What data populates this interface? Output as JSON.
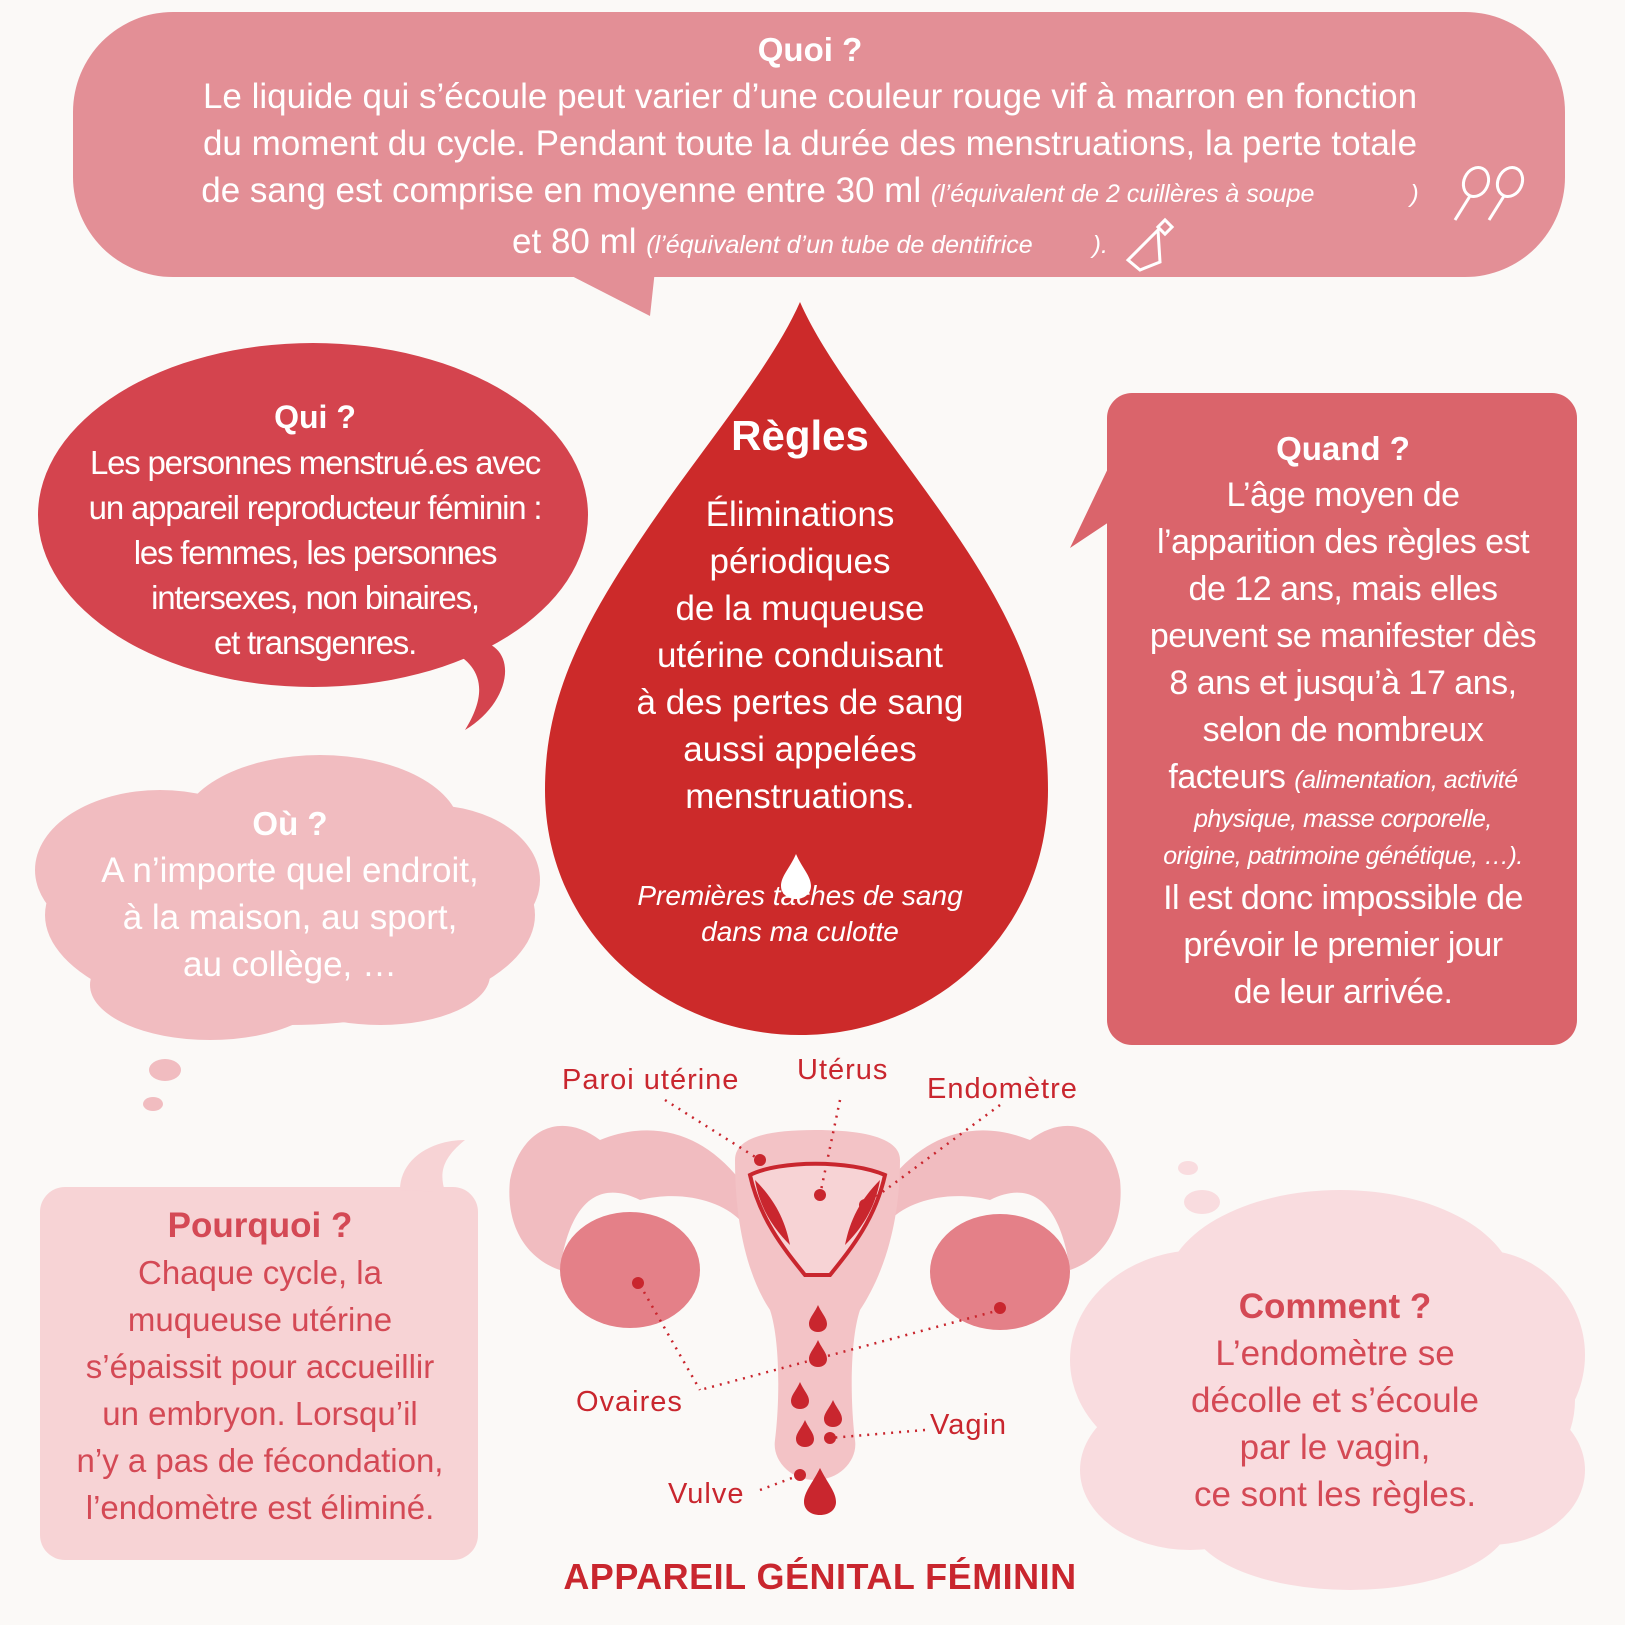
{
  "quoi": {
    "title": "Quoi ?",
    "line1": "Le liquide qui s’écoule peut varier d’une couleur rouge vif à marron en fonction",
    "line2": "du moment du cycle. Pendant toute la durée des menstruations, la perte totale",
    "line3": "de sang est comprise en moyenne entre 30 ml",
    "line3_note": "(l’équivalent de 2 cuillères à soupe",
    "line3_close": ")",
    "line4": "et 80 ml",
    "line4_note": "(l’équivalent d’un tube de dentifrice",
    "line4_close": ")."
  },
  "qui": {
    "title": "Qui ?",
    "lines": [
      "Les personnes menstrué.es avec",
      "un appareil reproducteur féminin :",
      "les femmes, les personnes",
      "intersexes, non binaires,",
      "et transgenres."
    ]
  },
  "regles": {
    "title": "Règles",
    "lines": [
      "Éliminations",
      "périodiques",
      "de la muqueuse",
      "utérine conduisant",
      "à des pertes de sang",
      "aussi appelées",
      "menstruations."
    ],
    "footer": [
      "Premières taches de sang",
      "dans ma culotte"
    ]
  },
  "quand": {
    "title": "Quand ?",
    "lines": [
      "L’âge moyen de",
      "l’apparition des règles est",
      "de 12 ans, mais elles",
      "peuvent se manifester dès",
      "8 ans et jusqu’à 17 ans,",
      "selon de nombreux"
    ],
    "line7": "facteurs",
    "line7_note": "(alimentation, activité",
    "notes": [
      "physique, masse corporelle,",
      "origine, patrimoine génétique, …)."
    ],
    "end_lines": [
      "Il est donc impossible de",
      "prévoir le premier jour",
      "de leur arrivée."
    ]
  },
  "ou": {
    "title": "Où ?",
    "lines": [
      "A n’importe quel endroit,",
      "à la maison, au sport,",
      "au collège, …"
    ]
  },
  "pourquoi": {
    "title": "Pourquoi ?",
    "lines": [
      "Chaque cycle, la",
      "muqueuse utérine",
      "s’épaissit pour accueillir",
      "un embryon. Lorsqu’il",
      "n’y a pas de fécondation,",
      "l’endomètre est éliminé."
    ]
  },
  "comment": {
    "title": "Comment ?",
    "lines": [
      "L’endomètre se",
      "décolle et s’écoule",
      "par le vagin,",
      "ce sont les règles."
    ]
  },
  "diagram": {
    "title": "APPAREIL GÉNITAL FÉMININ",
    "labels": {
      "paroi": "Paroi utérine",
      "uterus": "Utérus",
      "endometre": "Endomètre",
      "ovaires": "Ovaires",
      "vagin": "Vagin",
      "vulve": "Vulve"
    }
  },
  "colors": {
    "quoi_bg": "#e38f96",
    "qui_bg": "#d4444e",
    "regles_bg": "#cc2a2a",
    "quand_bg": "#da646b",
    "ou_bg": "#f1bcc0",
    "pourquoi_bg": "#f7d3d5",
    "comment_bg": "#f9dcdf",
    "accent": "#c9262e"
  },
  "icons": [
    "spoon-icon",
    "toothpaste-icon",
    "drop-icon"
  ]
}
